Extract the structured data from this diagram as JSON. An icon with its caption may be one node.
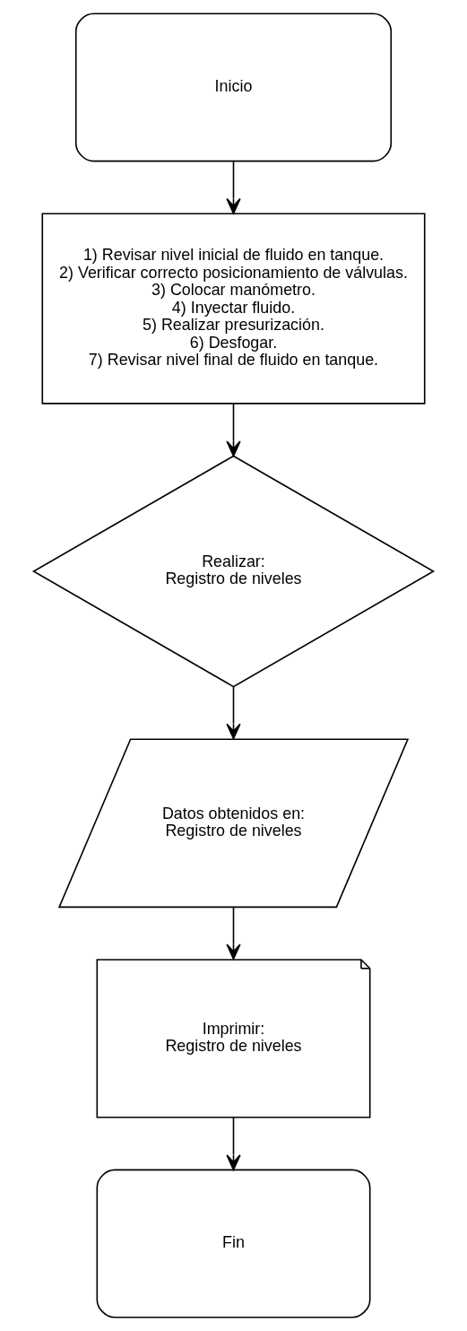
{
  "diagram": {
    "nodes": [
      {
        "text": [
          "Inicio"
        ]
      },
      {
        "text": [
          "1) Revisar nivel inicial de fluido en tanque.",
          "2) Verificar correcto posicionamiento de válvulas.",
          "3) Colocar manómetro.",
          "4) Inyectar fluido.",
          "5) Realizar presurización.",
          "6) Desfogar.",
          "7) Revisar nivel final de fluido en tanque."
        ]
      },
      {
        "text": [
          "Realizar:",
          "Registro de niveles"
        ]
      },
      {
        "text": [
          "Datos obtenidos en:",
          "Registro de niveles"
        ]
      },
      {
        "text": [
          "Imprimir:",
          "Registro de niveles"
        ]
      },
      {
        "text": [
          "Fin"
        ]
      }
    ],
    "edges": [
      {
        "from": 0,
        "to": 1,
        "arrow": "to"
      },
      {
        "from": 1,
        "to": 2,
        "arrow": "to"
      },
      {
        "from": 2,
        "to": 3,
        "arrow": "to"
      },
      {
        "from": 3,
        "to": 4,
        "arrow": "to"
      },
      {
        "from": 4,
        "to": 5,
        "arrow": "to"
      }
    ]
  }
}
